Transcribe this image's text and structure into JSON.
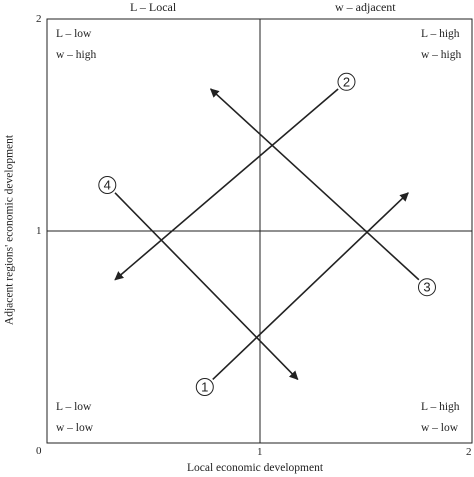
{
  "legend": {
    "local": "L – Local",
    "adjacent": "w – adjacent"
  },
  "quadrants": {
    "top_left": {
      "l": "L – low",
      "w": "w – high"
    },
    "top_right": {
      "l": "L – high",
      "w": "w – high"
    },
    "bottom_left": {
      "l": "L – low",
      "w": "w – low"
    },
    "bottom_right": {
      "l": "L – high",
      "w": "w – low"
    }
  },
  "axes": {
    "x_label": "Local economic development",
    "y_label": "Adjacent regions' economic development",
    "origin": "0",
    "x_ticks": [
      "1",
      "2"
    ],
    "y_ticks": [
      "1",
      "2"
    ]
  },
  "paths": [
    {
      "id": "1",
      "from": [
        0.78,
        0.3
      ],
      "to": [
        1.7,
        1.18
      ]
    },
    {
      "id": "2",
      "from": [
        1.37,
        1.67
      ],
      "to": [
        0.32,
        0.77
      ]
    },
    {
      "id": "3",
      "from": [
        1.75,
        0.77
      ],
      "to": [
        0.77,
        1.67
      ]
    },
    {
      "id": "4",
      "from": [
        0.32,
        1.18
      ],
      "to": [
        1.18,
        0.3
      ]
    }
  ],
  "colors": {
    "ink": "#222222",
    "background": "#ffffff"
  }
}
